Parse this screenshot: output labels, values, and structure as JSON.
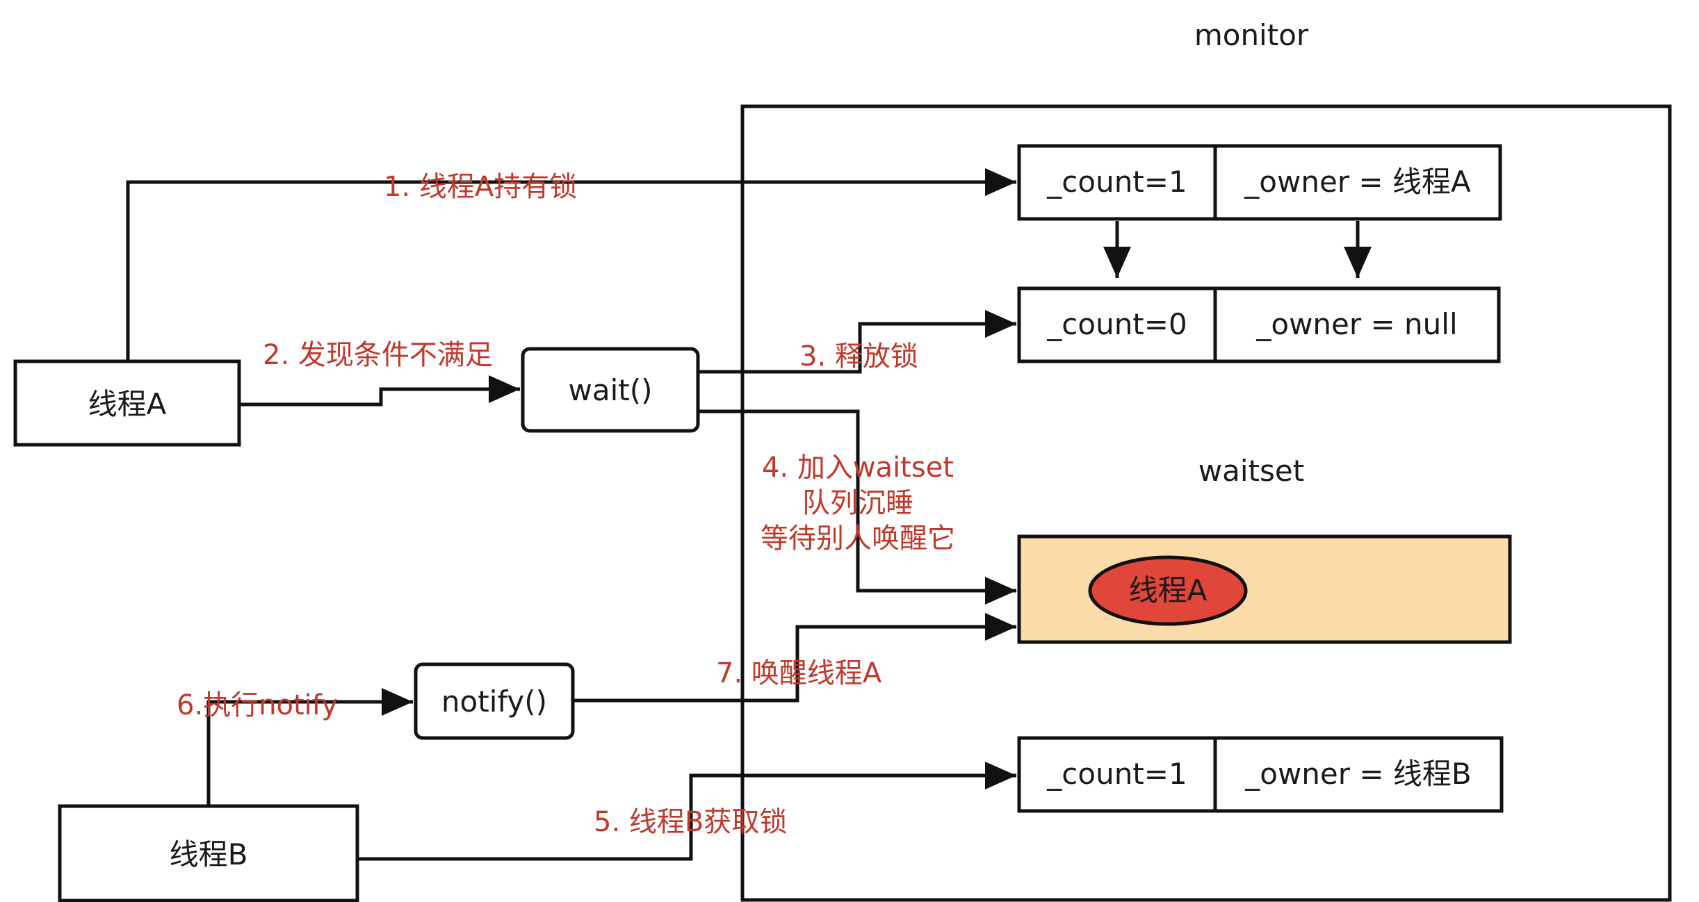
{
  "monitor": {
    "title": "monitor",
    "waitset_title": "waitset",
    "state_initial": {
      "count": "_count=1",
      "owner": "_owner = 线程A"
    },
    "state_released": {
      "count": "_count=0",
      "owner": "_owner = null"
    },
    "state_final": {
      "count": "_count=1",
      "owner": "_owner = 线程B"
    },
    "waitset_thread": "线程A"
  },
  "threads": {
    "a": "线程A",
    "b": "线程B"
  },
  "methods": {
    "wait": "wait()",
    "notify": "notify()"
  },
  "steps": {
    "s1": "1. 线程A持有锁",
    "s2": "2. 发现条件不满足",
    "s3": "3. 释放锁",
    "s4_line1": "4. 加入waitset",
    "s4_line2": "队列沉睡",
    "s4_line3": "等待别人唤醒它",
    "s5": "5. 线程B获取锁",
    "s6": "6.执行notify",
    "s7": "7. 唤醒线程A"
  },
  "colors": {
    "step_label": "#c0392b",
    "waitset_fill": "#f9dcaa",
    "thread_ellipse": "#e0463a"
  }
}
